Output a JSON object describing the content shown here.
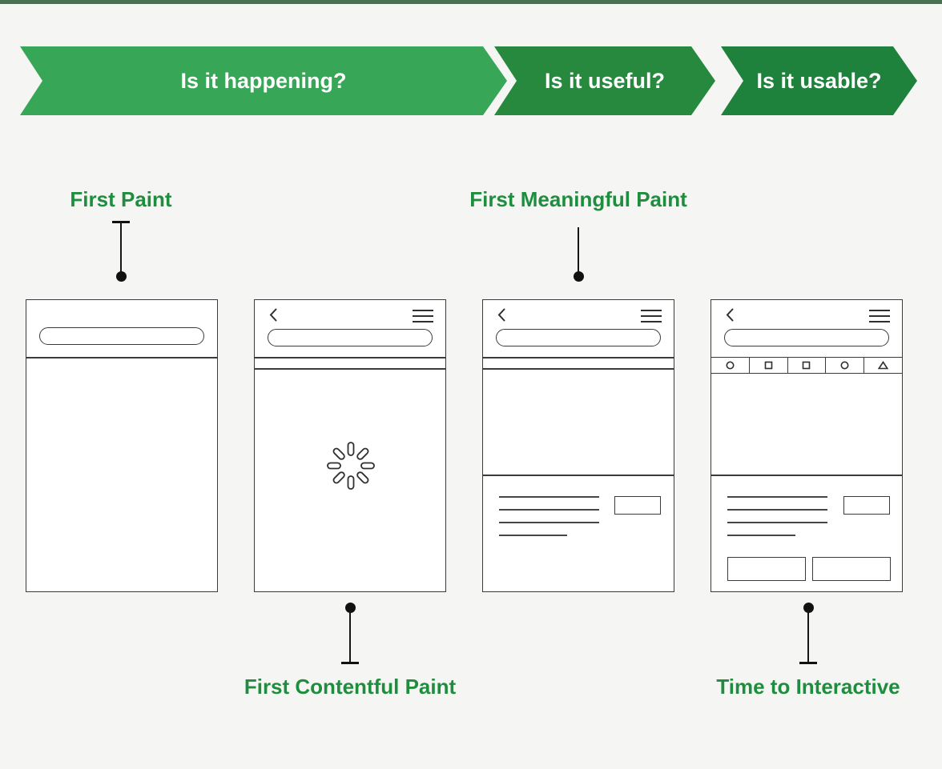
{
  "banner": {
    "steps": [
      {
        "id": "happening",
        "label": "Is it happening?",
        "color": "#37a757"
      },
      {
        "id": "useful",
        "label": "Is it useful?",
        "color": "#27893e"
      },
      {
        "id": "usable",
        "label": "Is it usable?",
        "color": "#1e823c"
      }
    ]
  },
  "metrics": {
    "first_paint": "First Paint",
    "first_contentful_paint": "First Contentful Paint",
    "first_meaningful_paint": "First Meaningful Paint",
    "time_to_interactive": "Time to Interactive"
  },
  "colors": {
    "background": "#f5f5f4",
    "top_border_green": "#4a7051",
    "metric_label_green": "#1e8e3e",
    "wireframe_line": "#3b3b3b",
    "connector_black": "#161616",
    "banner_text": "#ffffff"
  },
  "icons": {
    "back_icon": "‹",
    "menu_icon": "≡",
    "spinner_icon": "loading-spinner",
    "toolbar_icons": [
      "circle",
      "square",
      "square",
      "circle",
      "triangle"
    ]
  }
}
